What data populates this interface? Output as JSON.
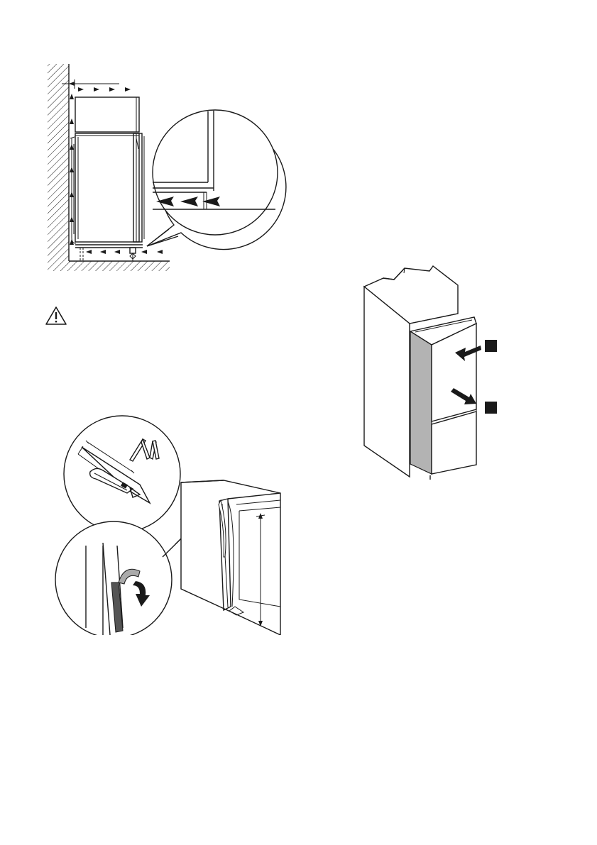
{
  "page": {
    "background": "#ffffff",
    "line_color": "#1a1a1a",
    "panel_grey": "#b3b3b3"
  },
  "figures": {
    "ventilation": {
      "icon": "hatched-wall-and-floor",
      "zoom": "circular-detail"
    },
    "warning": {
      "icon": "warning-triangle-icon"
    },
    "seal_strip": {
      "icons": [
        "cutter-knife-icon",
        "folding-ruler-icon",
        "peel-arrow-icon"
      ]
    },
    "appliance_front": {
      "markers": 2,
      "arrow_icon": "push-arrow-icon"
    }
  }
}
